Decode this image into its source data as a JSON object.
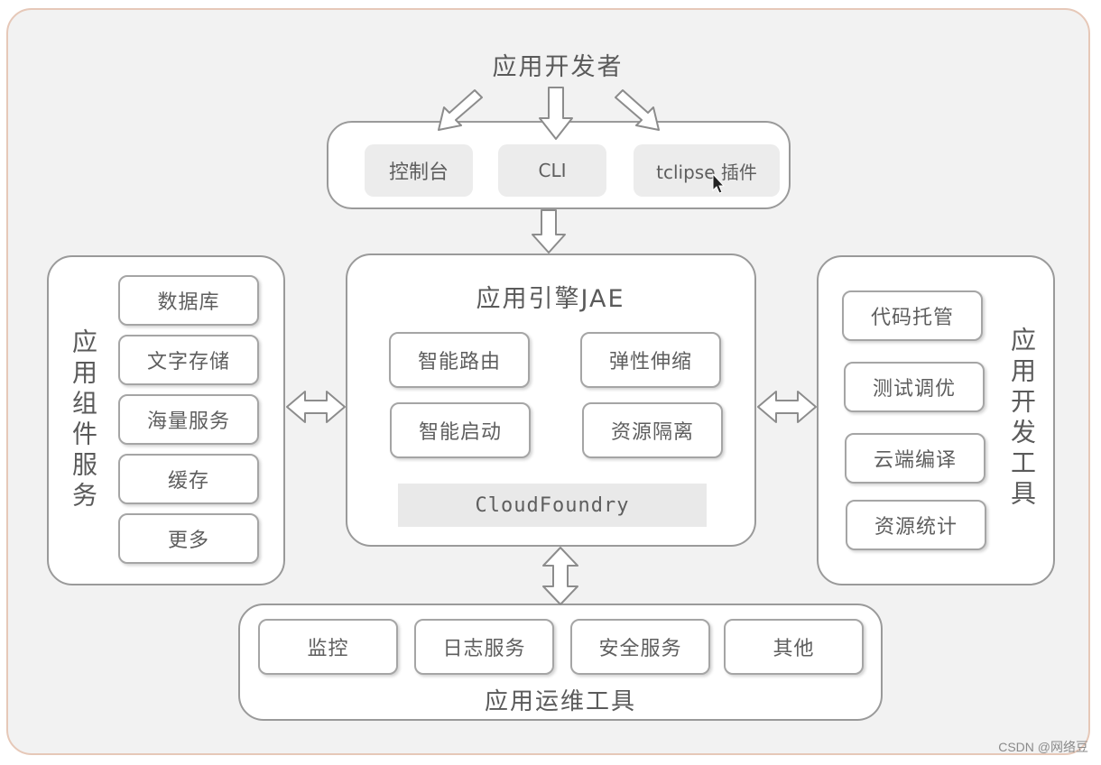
{
  "developer": {
    "title": "应用开发者"
  },
  "entry": {
    "items": [
      "控制台",
      "CLI",
      "tclipse 插件"
    ]
  },
  "engine": {
    "title": "应用引擎JAE",
    "items": [
      "智能路由",
      "弹性伸缩",
      "智能启动",
      "资源隔离"
    ],
    "base": "CloudFoundry"
  },
  "components": {
    "title": "应用组件服务",
    "items": [
      "数据库",
      "文字存储",
      "海量服务",
      "缓存",
      "更多"
    ]
  },
  "devtools": {
    "title": "应用开发工具",
    "items": [
      "代码托管",
      "测试调优",
      "云端编译",
      "资源统计"
    ]
  },
  "ops": {
    "title": "应用运维工具",
    "items": [
      "监控",
      "日志服务",
      "安全服务",
      "其他"
    ]
  },
  "watermark": "CSDN @网络豆"
}
